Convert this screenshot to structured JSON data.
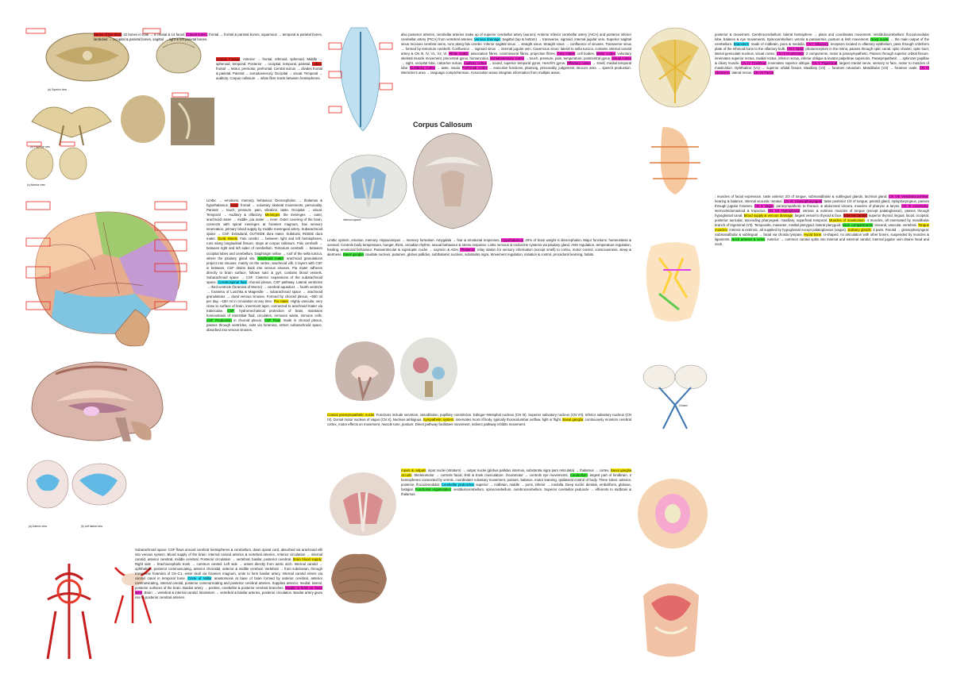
{
  "col_a": [
    {
      "t": "",
      "h": [
        {
          "s": "Bones of the Skull",
          "c": "red"
        },
        {
          "s": ": 22 bones in total → 8 cranial & 14 facial. "
        },
        {
          "s": "Cranial bones",
          "c": "magenta"
        },
        {
          "s": ": frontal → frontal & parietal bones, squamous → temporal & parietal bones, lambdoid → occipital & parietal bones, sagittal → right & left parietal bones. "
        },
        {
          "s": "Cranial Fossae",
          "c": "red"
        },
        {
          "s": ": Anterior → frontal, ethmoid, sphenoid. Middle → sphenoid, temporal. Posterior → occipital, temporal, parietal. "
        },
        {
          "s": "Lobes",
          "c": "red"
        },
        {
          "s": ": frontal → Motor, premotor, prefrontal. Central sulcus → divides frontal & parietal. Parietal → somatosensory. Occipital → visual. Temporal → auditory. Corpus callosum → white fibre tracts between hemispheres."
        }
      ]
    },
    {
      "t": "",
      "h": [
        {
          "s": "Limbic → emotions, memory, behaviour. Diencephalon → thalamus & hypothalamus. "
        },
        {
          "s": "Brain",
          "c": "red"
        },
        {
          "s": ": frontal → voluntary skeletal movements, personality. Parietal → touch, pressure, pain, vibration, taste. Occipital → visual. Temporal → Auditory & olfactory. "
        },
        {
          "s": "Meninges",
          "c": "yellow"
        },
        {
          "s": ": the meninges → outer, arachnoid mater → middle, pia mater → inner. Outer covering of the brain, connects with spinal meninges at foramen magnum, has sensory innervation, primary blood supply by middle meningeal artery. Subarachnoid space → CSF. Extradural, OUTSIDE dura mater. Subdural, INSIDE dura mater. "
        },
        {
          "s": "Dural sheets",
          "c": "yellow"
        },
        {
          "s": ". Falx cerebri → between right and left hemispheres, runs along longitudinal fissure, stops at corpus callosum. Falx cerebelli → between right and left sides of cerebellum. Tentorium cerebelli → between occipital lobes and cerebellum. Diaphragm sellae → roof of the sella turcica, where the pituitary gland sits. "
        },
        {
          "s": "Arachnoid mater",
          "c": "green"
        },
        {
          "s": ": arachnoid granulations project into sinuses, mainly on the vertex, arachnoid villi, 2 layers with CSF in between, CSF drains back into venous sinuses. Pia mater adheres directly to brain surface, follows sulci & gyri, contains blood vessels. Subarachnoid space → CSF. Cisterns: expansions of the subarachnoid space. "
        },
        {
          "s": "Cerebrospinal fluid",
          "c": "cyan"
        },
        {
          "s": ": choroid plexus, CSF pathway. Lateral ventricles → third ventricle (foramina of Monro) → cerebral aqueduct → fourth ventricle → foramina of Luschka & Magendie → subarachnoid space → arachnoid granulations → dural venous sinuses. Formed by choroid plexus, ~500 ml per day, ~150 ml in circulation at any time. "
        },
        {
          "s": "Pia mater",
          "c": "yellow"
        },
        {
          "s": ". Highly vascular, very close to surface of brain, innermost layer, connected to arachnoid mater via trabeculae. "
        },
        {
          "s": "CSF",
          "c": "green"
        },
        {
          "s": ": hydromechanical protection of brain, maintains homeostasis of interstitial fluid, circulates, removes waste, immune cells. "
        },
        {
          "s": "CSF Production",
          "c": "green"
        },
        {
          "s": " in choroid plexus. "
        },
        {
          "s": "CSF Flow",
          "c": "green"
        },
        {
          "s": ": made in choroid plexus, passes through ventricles, exits via foramina, enters subarachnoid space, absorbed into venous sinuses."
        }
      ]
    },
    {
      "t": "",
      "h": [
        {
          "s": "Subarachnoid space: CSF flows around cerebral hemispheres & cerebellum, down spinal cord, absorbed via arachnoid villi into venous system. Blood supply of the brain: internal carotid arteries & vertebral arteries. Anterior circulation → internal carotid, anterior cerebral, middle cerebral. Posterior circulation → vertebral, basilar, posterior cerebral. "
        },
        {
          "s": "Brain blood supply",
          "c": "yellow"
        },
        {
          "s": ": Right side → brachiocephalic trunk → common carotid. Left side → arises directly from aortic arch. Internal carotid → ophthalmic, posterior communicating, anterior choroidal, anterior & middle cerebral. Vertebral → from subclavian, through transverse foramina of C6–C1, enter skull via foramen magnum, unite to form basilar artery. Internal carotid enters via carotid canal in temporal bone. "
        },
        {
          "s": "Circle of Willis",
          "c": "cyan"
        },
        {
          "s": ": anastomosis at base of brain formed by anterior cerebral, anterior communicating, internal carotid, posterior communicating and posterior cerebral arteries. Supplies anterior, medial, lateral, posterior surfaces of the brain. Basilar artery → pontine, cerebellar & posterior cerebral branches. "
        },
        {
          "s": "Supply to brain vs. brain stem",
          "c": "magenta"
        },
        {
          "s": ". Brain → vertebral & internal carotid. Brainstem → vertebral & basilar arteries, posterior circulation. Basilar artery gives rise to posterior cerebral arteries."
        }
      ]
    }
  ],
  "col_b": [
    {
      "t": "",
      "h": [
        {
          "s": "also posterior arteries, cerebellar arteries make up of superior cerebellar artery (aurum). Anterior inferior cerebellar artery (AICA) and posterior inferior cerebellar artery (PICA) from vertebral arteries. "
        },
        {
          "s": "Venous drainage",
          "c": "cyan"
        },
        {
          "s": ": Sagittal (top & bottom) → transverse, sigmoid, internal jugular vein. Superior sagittal sinus receives cerebral veins, runs along falx cerebri. Inferior sagittal sinus → straight sinus. Straight sinus → confluence of sinuses. Transverse sinus → formed by tentorium cerebelli. Confluence → sigmoid sinus → internal jugular vein. Cavernous sinus: lateral to sella turcica, contains internal carotid artery & CN III, IV, V1, V2, VI. "
        },
        {
          "s": "White matter",
          "c": "magenta"
        },
        {
          "s": ": association fibres, commissural fibres, projection fibres. "
        },
        {
          "s": "Grey matter",
          "c": "magenta"
        },
        {
          "s": ": cell bodies. "
        },
        {
          "s": "Motor cortex",
          "c": "magenta"
        },
        {
          "s": ": voluntary skeletal muscle movement, precentral gyrus, homunculus. "
        },
        {
          "s": "Somatosensory cortex",
          "c": "magenta"
        },
        {
          "s": " → touch, pressure, pain, temperature, postcentral gyrus. "
        },
        {
          "s": "Visual cortex",
          "c": "magenta"
        },
        {
          "s": " → sight, occipital lobe, calcarine sulcus. "
        },
        {
          "s": "Auditory cortex",
          "c": "magenta"
        },
        {
          "s": " → sound, superior temporal gyrus, Heschl's gyrus. "
        },
        {
          "s": "Olfactory cortex",
          "c": "magenta"
        },
        {
          "s": " → smell, medial temporal lobe. "
        },
        {
          "s": "Gustatory cortex",
          "c": "magenta"
        },
        {
          "s": " → taste, insula. "
        },
        {
          "s": "Prefrontal cortex",
          "c": "magenta"
        },
        {
          "s": " → executive functions, planning, personality, judgement. Broca's area → speech production. Wernicke's area → language comprehension. Association areas integrate information from multiple areas."
        }
      ]
    },
    {
      "t": "",
      "h": [
        {
          "s": "Limbic system, emotion, memory. Hippocampus → memory formation. Amygdala → fear & emotional responses. "
        },
        {
          "s": "Hypothalamus",
          "c": "magenta"
        },
        {
          "s": ": 20% of brain weight is diencephalon. Major functions: homeostasis & survival. Controls body temperature, hunger, thirst, circadian rhythm, sexual behaviour & stress response. Links nervous & endocrine systems via pituitary gland, ANS regulation, temperature regulation, feeding, emotional behaviour. Paraventricular & supraoptic nuclei → oxytocin & ADH. "
        },
        {
          "s": "Thalamus",
          "c": "magenta"
        },
        {
          "s": ": relay station for sensory information (except smell) to cortex, motor control, consciousness, sleep & alertness. "
        },
        {
          "s": "Basal ganglia",
          "c": "green"
        },
        {
          "s": ": caudate nucleus, putamen, globus pallidus, subthalamic nucleus, substantia nigra. Movement regulation, initiation & control, procedural learning, habits."
        }
      ]
    },
    {
      "t": "",
      "h": [
        {
          "s": "Cranial parasympathetic nuclei",
          "c": "yellow"
        },
        {
          "s": ": Functions include secretion, vasodilation, pupillary constriction. Edinger–Westphal nucleus (CN III). Superior salivatory nucleus (CN VII). Inferior salivatory nucleus (CN IX). Dorsal motor nucleus of vagus (CN X). Nucleus ambiguus. "
        },
        {
          "s": "Sympathetic system",
          "c": "yellow"
        },
        {
          "s": ": innervates most of body, typically thoracolumbar outflow, fight or flight. "
        },
        {
          "s": "Basal ganglia",
          "c": "yellow"
        },
        {
          "s": ": continuously monitors cerebral cortex, motor effects on movement, muscle tone, posture. Direct pathway facilitates movement, indirect pathway inhibits movement. "
        },
        {
          "s": "Inputs & outputs",
          "c": "yellow"
        },
        {
          "s": ": input nuclei (striatum) → output nuclei (globus pallidus internus, substantia nigra pars reticulata) → thalamus → cortex. "
        },
        {
          "s": "Basal ganglia circuits",
          "c": "yellow"
        },
        {
          "s": ": Skeletomotor → controls facial, limb & trunk musculature. Oculomotor → controls eye movements. "
        },
        {
          "s": "Cerebellum",
          "c": "green"
        },
        {
          "s": ": largest part of hindbrain, 2 hemispheres connected by vermis, coordinates voluntary movement, posture, balance, motor learning. Ipsilateral control of body. Three lobes: anterior, posterior, flocculonodular. "
        },
        {
          "s": "Cerebellar peduncles",
          "c": "cyan"
        },
        {
          "s": ": superior → midbrain, middle → pons, inferior → medulla. Deep nuclei: dentate, emboliform, globose, fastigial. "
        },
        {
          "s": "Functional organisation",
          "c": "green"
        },
        {
          "s": ": vestibulocerebellum, spinocerebellum, cerebrocerebellum. Superior cerebellar peduncle → efferents to midbrain & thalamus."
        }
      ]
    }
  ],
  "col_c": [
    {
      "t": "",
      "h": [
        {
          "s": "posterior & movement. Cerebrocerebellum: lateral hemisphere → plans and coordinates movement. Vestibulocerebellum: flocculonodular lobe, balance & eye movements. Spinocerebellum: vermis & paravermis, posture & limb movement. "
        },
        {
          "s": "Deep nuclei",
          "c": "green"
        },
        {
          "s": " → the main output of the cerebellum. "
        },
        {
          "s": "Brainstem",
          "c": "cyan"
        },
        {
          "s": ": made of midbrain, pons & medulla. "
        },
        {
          "s": "CN I Olfactory",
          "c": "magenta"
        },
        {
          "s": ": receptors located in olfactory epithelium, pass through cribriform plate of the ethmoid bone to the olfactory bulb. "
        },
        {
          "s": "CN II Optic",
          "c": "magenta"
        },
        {
          "s": ": photoreceptors in the retina, passes through optic canal, optic chiasm, optic tract, lateral geniculate nucleus, visual cortex. "
        },
        {
          "s": "CN III Oculomotor",
          "c": "magenta"
        },
        {
          "s": ": 2 components, motor & parasympathetic. Passes through superior orbital fissure, innervates superior rectus, medial rectus, inferior rectus, inferior oblique & levator palpebrae superioris. Parasympathetic → sphincter pupillae & ciliary muscle. "
        },
        {
          "s": "CN IV Trochlear",
          "c": "magenta"
        },
        {
          "s": ": innervates superior oblique. "
        },
        {
          "s": "CN V Trigeminal",
          "c": "magenta"
        },
        {
          "s": ": largest cranial nerve, sensory to face, motor to muscles of mastication. Ophthalmic (V1) → superior orbital fissure. Maxillary (V2) → foramen rotundum. Mandibular (V3) → foramen ovale. "
        },
        {
          "s": "CN VI Abducens",
          "c": "magenta"
        },
        {
          "s": ": lateral rectus. "
        },
        {
          "s": "CN VII Facial",
          "c": "magenta"
        },
        {
          "s": ": muscles of facial expression, taste anterior 2/3 of tongue, submandibular & sublingual glands, lacrimal gland. "
        },
        {
          "s": "CN VIII Vestibulocochlear",
          "c": "magenta"
        },
        {
          "s": ": hearing & balance, internal acoustic meatus. "
        },
        {
          "s": "CN IX Glossopharyngeal",
          "c": "magenta"
        },
        {
          "s": ": taste posterior 1/3 of tongue, parotid gland, stylopharyngeus, passes through jugular foramen. "
        },
        {
          "s": "CN X Vagus",
          "c": "magenta"
        },
        {
          "s": ": parasympathetic to thoracic & abdominal viscera, muscles of pharynx & larynx. "
        },
        {
          "s": "CN XI Accessory",
          "c": "magenta"
        },
        {
          "s": ": sternocleidomastoid & trapezius. "
        },
        {
          "s": "CN XII Hypoglossal",
          "c": "magenta"
        },
        {
          "s": ": intrinsic & extrinsic muscles of tongue (except palatoglossus), passes through hypoglossal canal. "
        },
        {
          "s": "Blood supply & venous drainage",
          "c": "yellow"
        },
        {
          "s": ": largest vessel to thyroid & face. "
        },
        {
          "s": "External carotid",
          "c": "red"
        },
        {
          "s": ": superior thyroid, lingual, facial, occipital, posterior auricular, ascending pharyngeal, maxillary, superficial temporal. "
        },
        {
          "s": "Muscles of mastication",
          "c": "yellow"
        },
        {
          "s": ": 4 muscles, all innervated by mandibular branch of trigeminal (V3). Temporalis, masseter, medial pterygoid, lateral pterygoid. "
        },
        {
          "s": "Neck compartments",
          "c": "green"
        },
        {
          "s": ": visceral, vascular, vertebral. "
        },
        {
          "s": "Tongue muscles",
          "c": "yellow"
        },
        {
          "s": ": intrinsic & extrinsic, all supplied by hypoglossal except palatoglossus (vagus). "
        },
        {
          "s": "Salivary glands",
          "c": "yellow"
        },
        {
          "s": ": 3 pairs. Parotid → glossopharyngeal. Submandibular & sublingual → facial via chorda tympani. "
        },
        {
          "s": "Hyoid bone",
          "c": "yellow"
        },
        {
          "s": ": U-shaped, no articulation with other bones, suspended by muscles & ligaments. "
        },
        {
          "s": "Neck arteries & veins",
          "c": "green"
        },
        {
          "s": ": Anterior → common carotid splits into internal and external carotid, internal jugular vein drains head and neck."
        }
      ]
    }
  ],
  "figures": {
    "skull_superior": "(a) Superior view",
    "skull_posterior": "(b) Posterior view",
    "skull_anterior": "(c) Anterior view",
    "ventricles_anterior": "(a) Anterior view",
    "ventricles_lateral": "(b) Left lateral view",
    "internal_capsule": "Internal capsule",
    "corpus_callosum": "Corpus Callosum",
    "chiasm": "Chiasm"
  }
}
